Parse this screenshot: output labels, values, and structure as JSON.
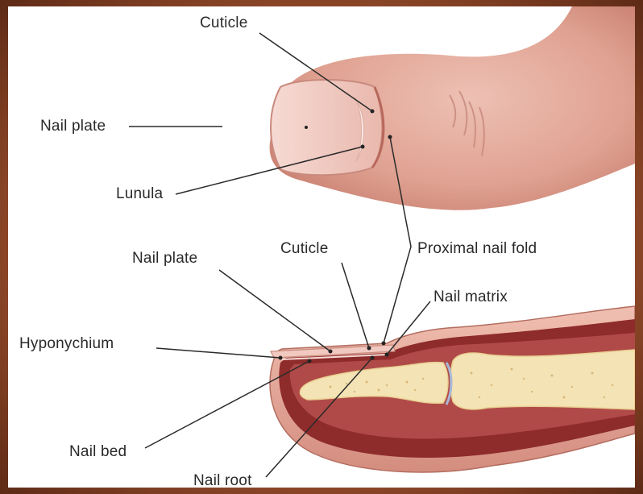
{
  "labels": {
    "cuticle_top": "Cuticle",
    "nail_plate_top": "Nail plate",
    "lunula": "Lunula",
    "nail_plate_mid": "Nail plate",
    "cuticle_mid": "Cuticle",
    "proximal_nail_fold": "Proximal nail fold",
    "nail_matrix": "Nail matrix",
    "hyponychium": "Hyponychium",
    "nail_bed": "Nail bed",
    "nail_root": "Nail root"
  },
  "colors": {
    "frame": "#8a4527",
    "skin": "#e3a596",
    "skin_shadow": "#c97f72",
    "nail": "#f1c9c0",
    "tissue_dark": "#8e2b2b",
    "tissue_mid": "#b04a48",
    "bone": "#f4e3b4",
    "bone_dot": "#d9b77a"
  }
}
